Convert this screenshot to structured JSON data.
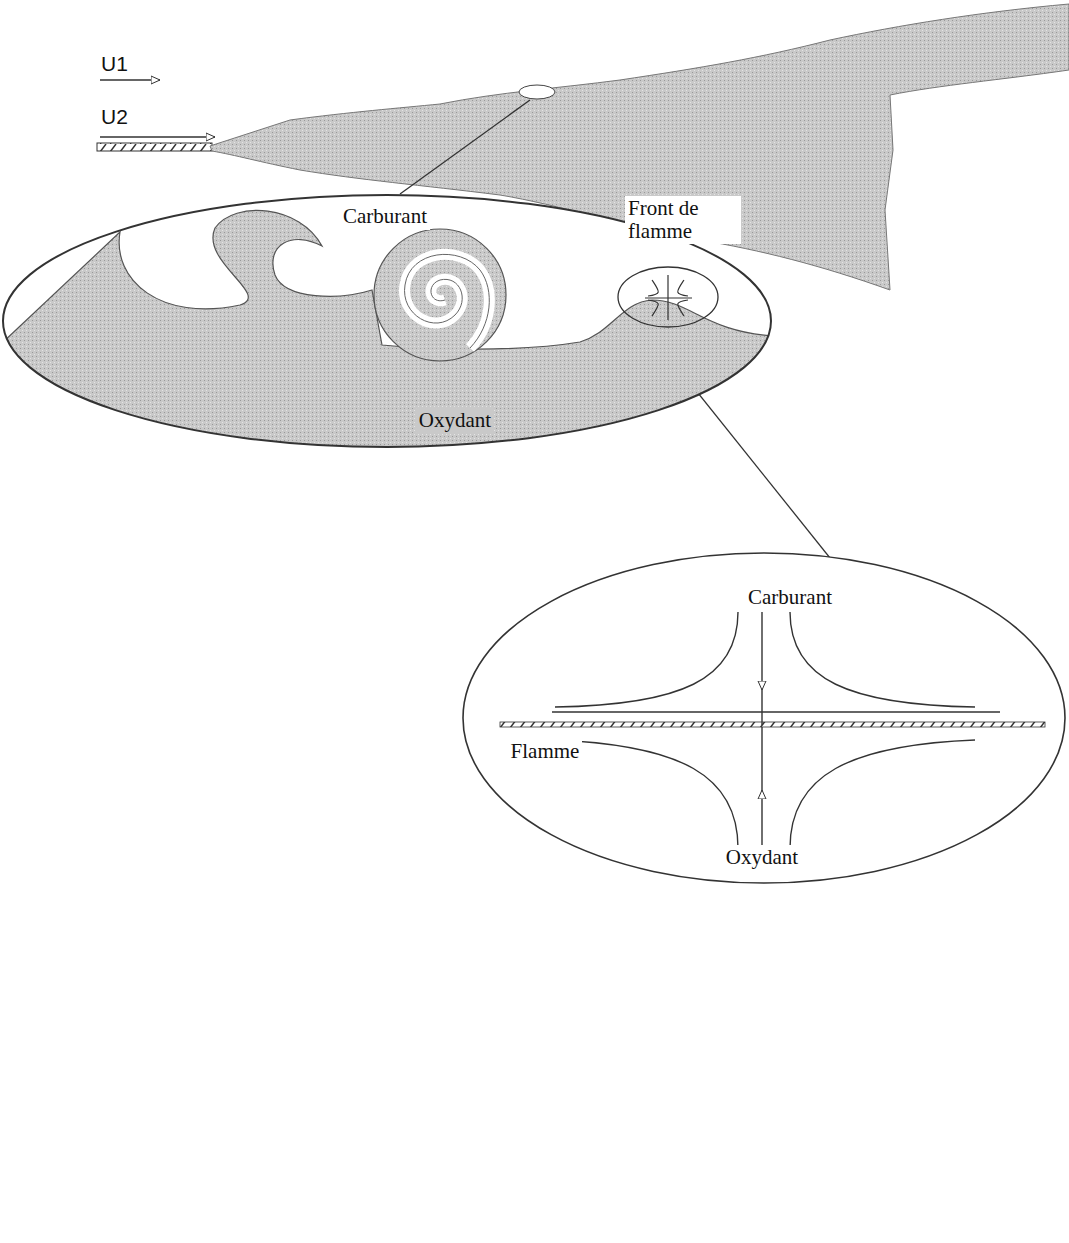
{
  "diagram": {
    "nodes": [
      {
        "text": [
          "Carburant",
          "Front de flamme",
          "Oxydant"
        ]
      },
      {
        "text": [
          "Carburant",
          "Flamme",
          "Oxydant"
        ]
      }
    ],
    "labels": [
      "U1",
      "U2"
    ]
  }
}
